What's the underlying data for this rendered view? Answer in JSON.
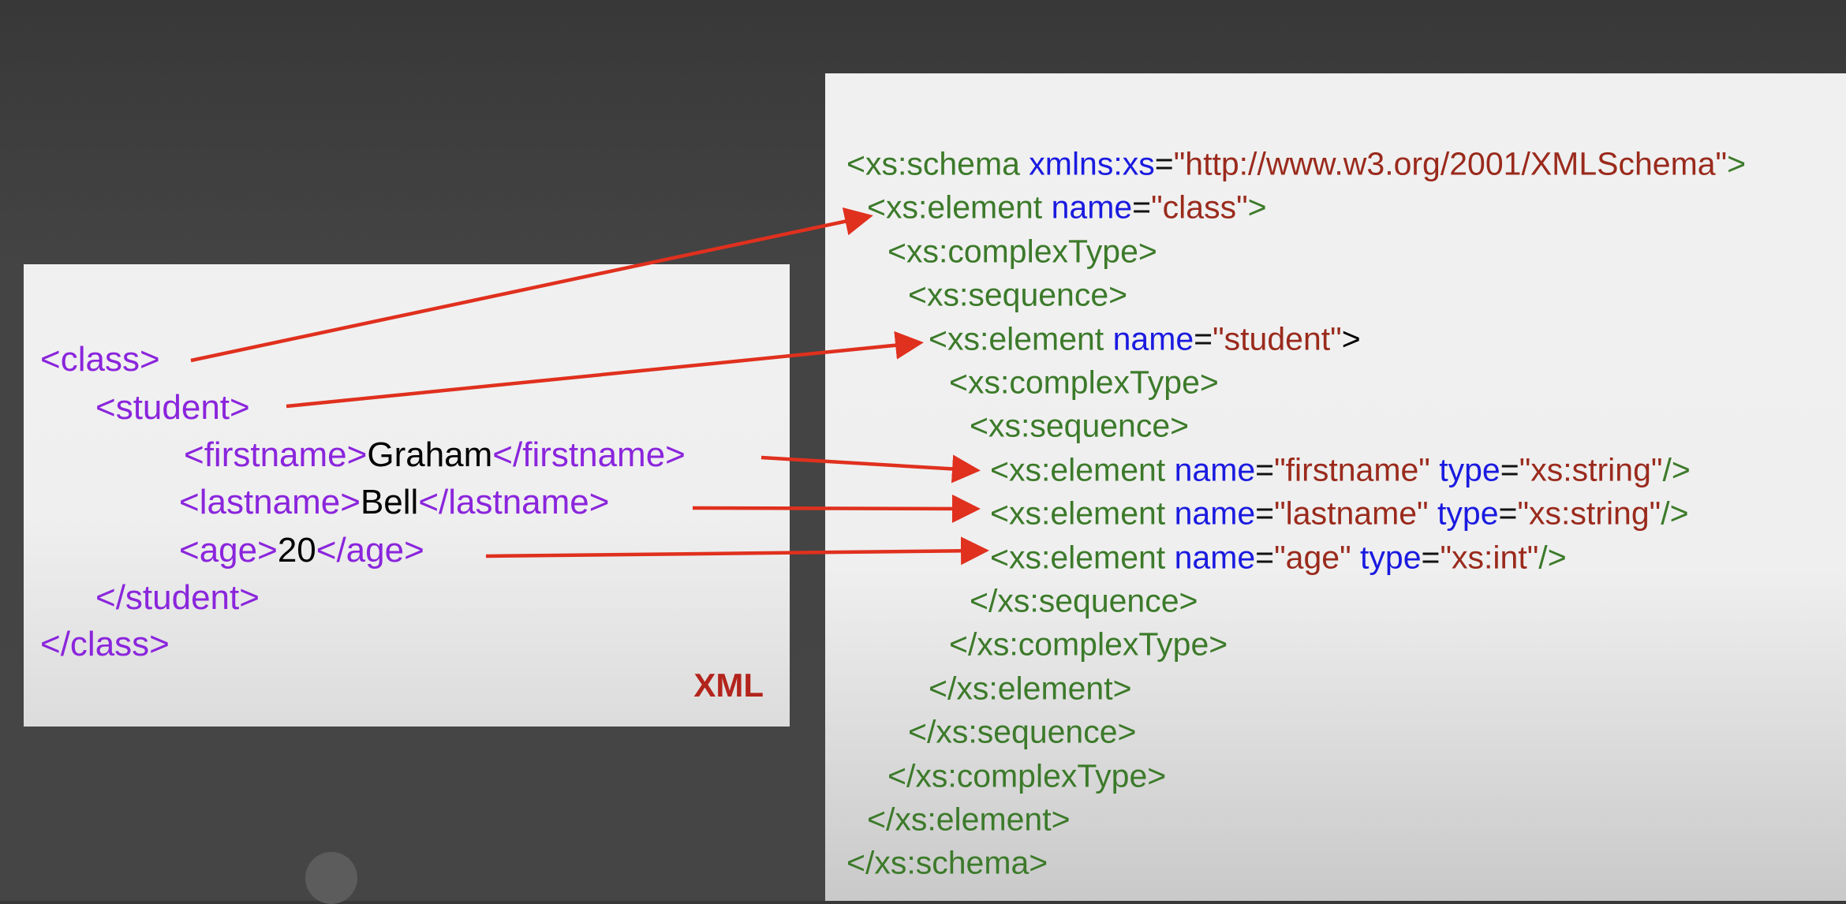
{
  "xml_panel": {
    "label": "XML",
    "lines": [
      [
        {
          "t": "<class>",
          "k": "tag"
        }
      ],
      [
        {
          "t": "<student>",
          "k": "tag"
        }
      ],
      [
        {
          "t": "<firstname>",
          "k": "tag"
        },
        {
          "t": "Graham",
          "k": "text"
        },
        {
          "t": "</firstname>",
          "k": "tag"
        }
      ],
      [
        {
          "t": "<lastname>",
          "k": "tag"
        },
        {
          "t": "Bell",
          "k": "text"
        },
        {
          "t": "</lastname>",
          "k": "tag"
        }
      ],
      [
        {
          "t": "<age>",
          "k": "tag"
        },
        {
          "t": "20",
          "k": "text"
        },
        {
          "t": "</age>",
          "k": "tag"
        }
      ],
      [
        {
          "t": "</student>",
          "k": "tag"
        }
      ],
      [
        {
          "t": "</class>",
          "k": "tag"
        }
      ]
    ]
  },
  "xsd_panel": {
    "lines": [
      [
        {
          "t": "<xs:schema ",
          "k": "el"
        },
        {
          "t": "xmlns:xs",
          "k": "attr"
        },
        {
          "t": "=",
          "k": "eq"
        },
        {
          "t": "\"http://www.w3.org/2001/XMLSchema\"",
          "k": "val"
        },
        {
          "t": ">",
          "k": "punct"
        }
      ],
      [
        {
          "t": "<xs:element ",
          "k": "el"
        },
        {
          "t": "name",
          "k": "attr"
        },
        {
          "t": "=",
          "k": "eq"
        },
        {
          "t": "\"class\"",
          "k": "val"
        },
        {
          "t": ">",
          "k": "punct"
        }
      ],
      [
        {
          "t": "<xs:complexType>",
          "k": "el"
        }
      ],
      [
        {
          "t": "<xs:sequence>",
          "k": "el"
        }
      ],
      [
        {
          "t": "<xs:element ",
          "k": "el"
        },
        {
          "t": "name",
          "k": "attr"
        },
        {
          "t": "=",
          "k": "eq"
        },
        {
          "t": "\"student\"",
          "k": "val"
        },
        {
          "t": ">",
          "k": "black"
        }
      ],
      [
        {
          "t": "<xs:complexType>",
          "k": "el"
        }
      ],
      [
        {
          "t": "<xs:sequence>",
          "k": "el"
        }
      ],
      [
        {
          "t": "<xs:element ",
          "k": "el"
        },
        {
          "t": "name",
          "k": "attr"
        },
        {
          "t": "=",
          "k": "eq"
        },
        {
          "t": "\"firstname\"",
          "k": "val"
        },
        {
          "t": " ",
          "k": "eq"
        },
        {
          "t": "type",
          "k": "attr"
        },
        {
          "t": "=",
          "k": "eq"
        },
        {
          "t": "\"xs:string\"",
          "k": "val"
        },
        {
          "t": "/>",
          "k": "punct"
        }
      ],
      [
        {
          "t": "<xs:element ",
          "k": "el"
        },
        {
          "t": "name",
          "k": "attr"
        },
        {
          "t": "=",
          "k": "eq"
        },
        {
          "t": "\"lastname\"",
          "k": "val"
        },
        {
          "t": " ",
          "k": "eq"
        },
        {
          "t": "type",
          "k": "attr"
        },
        {
          "t": "=",
          "k": "eq"
        },
        {
          "t": "\"xs:string\"",
          "k": "val"
        },
        {
          "t": "/>",
          "k": "punct"
        }
      ],
      [
        {
          "t": "<xs:element ",
          "k": "el"
        },
        {
          "t": "name",
          "k": "attr"
        },
        {
          "t": "=",
          "k": "eq"
        },
        {
          "t": "\"age\"",
          "k": "val"
        },
        {
          "t": " ",
          "k": "eq"
        },
        {
          "t": "type",
          "k": "attr"
        },
        {
          "t": "=",
          "k": "eq"
        },
        {
          "t": "\"xs:int\"",
          "k": "val"
        },
        {
          "t": "/>",
          "k": "punct"
        }
      ],
      [
        {
          "t": "</xs:sequence>",
          "k": "el"
        }
      ],
      [
        {
          "t": "</xs:complexType>",
          "k": "el"
        }
      ],
      [
        {
          "t": "</xs:element>",
          "k": "el"
        }
      ],
      [
        {
          "t": "</xs:sequence>",
          "k": "el"
        }
      ],
      [
        {
          "t": "</xs:complexType>",
          "k": "el"
        }
      ],
      [
        {
          "t": "</xs:element>",
          "k": "el"
        }
      ],
      [
        {
          "t": "</xs:schema>",
          "k": "el"
        }
      ]
    ]
  },
  "colors": {
    "arrow": "#e0301e",
    "xml_tag": "#8a25dc",
    "xsd_element": "#3c7a2a",
    "xsd_attr": "#1a1ae0",
    "xsd_value": "#9a2a1c",
    "label": "#b3241c"
  }
}
